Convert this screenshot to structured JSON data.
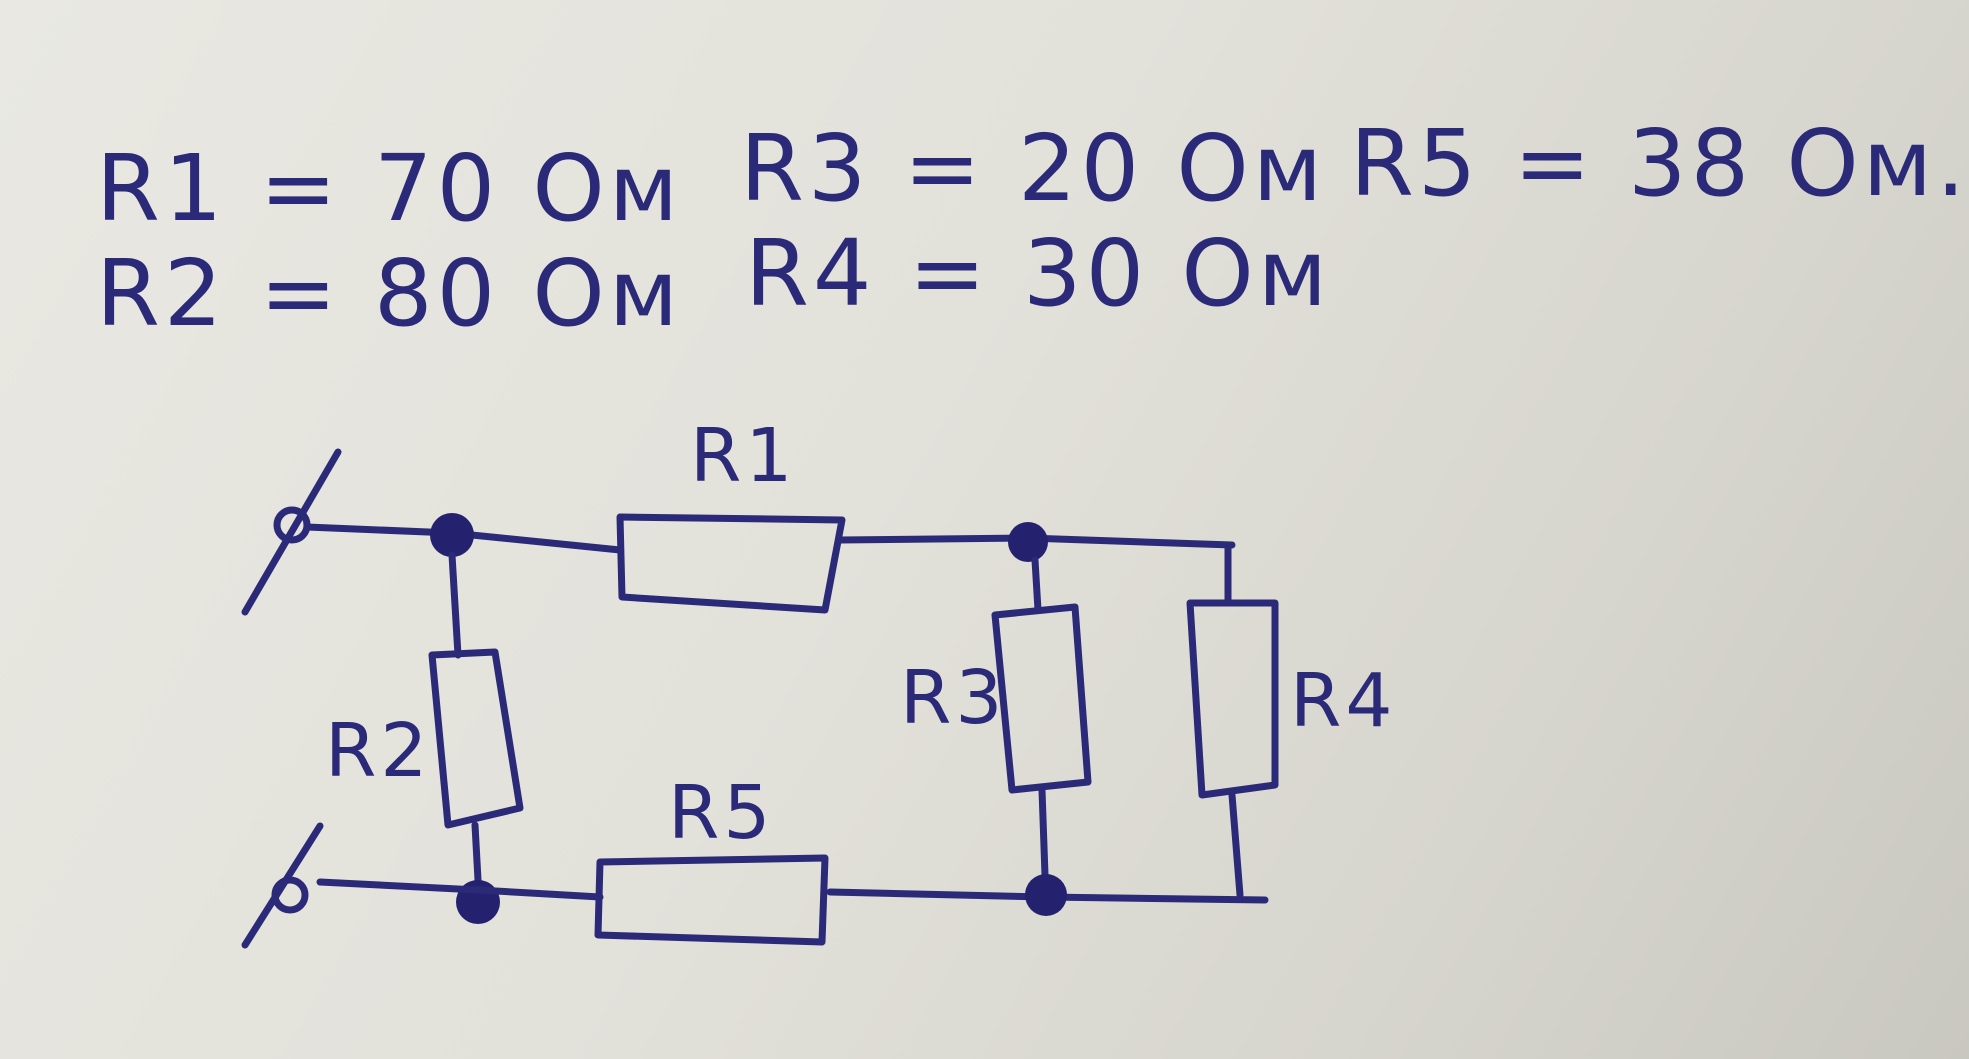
{
  "values": {
    "r1": "R1 = 70 Ом",
    "r2": "R2 = 80 Ом",
    "r3": "R3 = 20 Ом",
    "r4": "R4 = 30 Ом",
    "r5": "R5 = 38 Ом."
  },
  "labels": {
    "r1": "R1",
    "r2": "R2",
    "r3": "R3",
    "r4": "R4",
    "r5": "R5"
  },
  "ink_color": "#2b2a78"
}
